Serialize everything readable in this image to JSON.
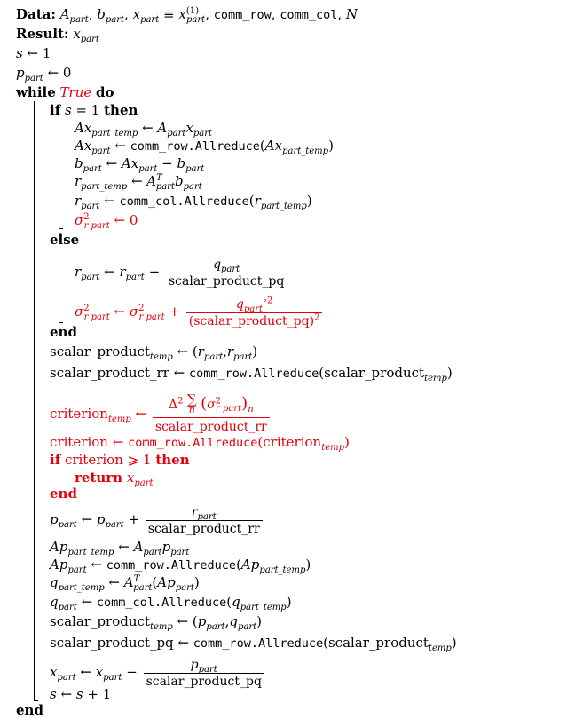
{
  "algorithm": {
    "data_line": {
      "label": "Data:",
      "items": [
        "A",
        "part",
        "b",
        "part",
        "x",
        "part",
        "≡",
        "x",
        "(1)",
        "part",
        "comm_row",
        "comm_col",
        "N"
      ]
    },
    "result_line": {
      "label": "Result:",
      "var": "x",
      "sub": "part"
    },
    "kw": {
      "while": "while",
      "true": "True",
      "do": "do",
      "if": "if",
      "then": "then",
      "else": "else",
      "end": "end",
      "return": "return"
    },
    "tokens": {
      "s": "s",
      "one": "1",
      "zero": "0",
      "eq": "=",
      "larr": "←",
      "minus": "−",
      "plus": "+",
      "ge": "⩾",
      "part": "part",
      "part_temp": "part_temp",
      "temp": "temp",
      "T": "T",
      "A": "A",
      "b": "b",
      "x": "x",
      "r": "r",
      "p": "p",
      "q": "q",
      "Ax": "Ax",
      "Ap": "Ap",
      "sigma": "σ",
      "sq": "2",
      "rpart": "r part",
      "circ2": "∘2",
      "Delta2": "Δ",
      "sum": "∑",
      "n": "n",
      "allreduce_row": "comm_row.Allreduce",
      "allreduce_col": "comm_col.Allreduce",
      "spq": "scalar_product_pq",
      "srr": "scalar_product_rr",
      "sp": "scalar_product",
      "criterion": "criterion",
      "lparen": "(",
      "rparen": ")",
      "comma": ","
    }
  }
}
